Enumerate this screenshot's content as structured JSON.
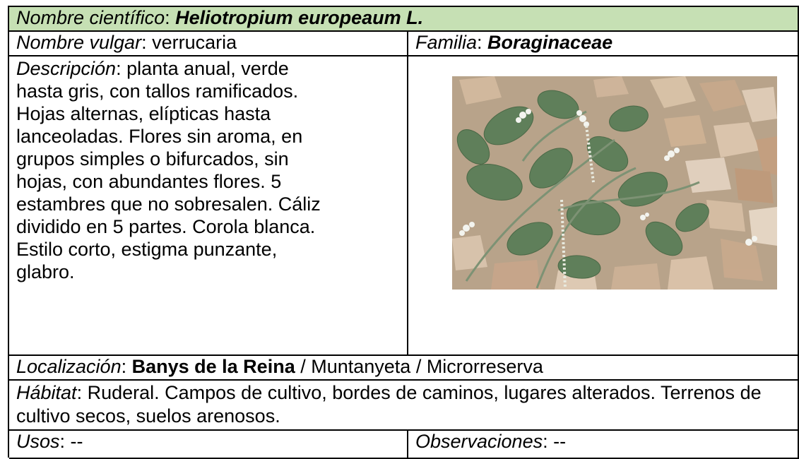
{
  "header": {
    "label": "Nombre científico",
    "sep": ": ",
    "value": "Heliotropium europeaum L."
  },
  "vulgar": {
    "label": "Nombre vulgar",
    "sep": ": ",
    "value": "verrucaria"
  },
  "familia": {
    "label": "Familia",
    "sep": ": ",
    "value": "Boraginaceae"
  },
  "descripcion": {
    "label": "Descripción",
    "sep": ": ",
    "value": "planta anual, verde\nhasta gris, con tallos ramificados.\nHojas alternas, elípticas hasta\nlanceoladas. Flores sin aroma, en\ngrupos simples o bifurcados, sin\nhojas, con abundantes flores. 5\nestambres que no sobresalen. Cáliz\ndividido en 5 partes. Corola blanca.\nEstilo corto, estigma punzante,\nglabro."
  },
  "localizacion": {
    "label": "Localización",
    "sep": ": ",
    "bold": "Banys de la Reina",
    "rest": " / Muntanyeta / Microrreserva"
  },
  "habitat": {
    "label": "Hábitat",
    "sep": ": ",
    "value": "Ruderal. Campos de cultivo, bordes de caminos, lugares alterados. Terrenos de cultivo secos, suelos arenosos."
  },
  "usos": {
    "label": "Usos",
    "sep": ": ",
    "value": "--"
  },
  "observaciones": {
    "label": "Observaciones",
    "sep": ": ",
    "value": "--"
  },
  "colors": {
    "header_bg": "#c6e0b4",
    "border": "#000000"
  }
}
